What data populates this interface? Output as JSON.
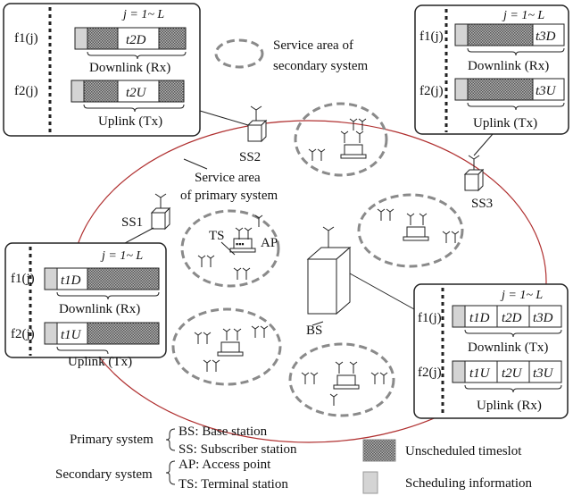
{
  "legend": {
    "service_area_secondary_line1": "Service area of",
    "service_area_secondary_line2": "secondary system",
    "primary_system_label": "Primary system",
    "bs_def": "BS: Base station",
    "ss_def": "SS: Subscriber station",
    "secondary_system_label": "Secondary system",
    "ap_def": "AP: Access point",
    "ts_def": "TS: Terminal station",
    "unscheduled_label": "Unscheduled timeslot",
    "scheduling_label": "Scheduling information"
  },
  "primary_area": {
    "line1": "Service area",
    "line2": "of primary system"
  },
  "nodes": {
    "bs": "BS",
    "ss1": "SS1",
    "ss2": "SS2",
    "ss3": "SS3",
    "ts": "TS",
    "ap": "AP"
  },
  "boxes": {
    "ss2_box": {
      "header": "j = 1~ L",
      "f1": "f1(j)",
      "f2": "f2(j)",
      "slot_down": "t2D",
      "slot_up": "t2U",
      "downlink": "Downlink (Rx)",
      "uplink": "Uplink (Tx)"
    },
    "ss3_box": {
      "header": "j = 1~ L",
      "f1": "f1(j)",
      "f2": "f2(j)",
      "slot_down": "t3D",
      "slot_up": "t3U",
      "downlink": "Downlink (Rx)",
      "uplink": "Uplink (Tx)"
    },
    "ss1_box": {
      "header": "j = 1~ L",
      "f1": "f1(j)",
      "f2": "f2(j)",
      "slot_down": "t1D",
      "slot_up": "t1U",
      "downlink": "Downlink (Rx)",
      "uplink": "Uplink (Tx)"
    },
    "bs_box": {
      "header": "j = 1~ L",
      "f1": "f1(j)",
      "f2": "f2(j)",
      "slots_down": [
        "t1D",
        "t2D",
        "t3D"
      ],
      "slots_up": [
        "t1U",
        "t2U",
        "t3U"
      ],
      "downlink": "Downlink (Tx)",
      "uplink": "Uplink (Rx)"
    }
  },
  "colors": {
    "primary_area_border": "#b03030",
    "secondary_area_border": "#8a8a8a",
    "unscheduled_fill": "#8c8c8c",
    "scheduling_fill": "#d4d4d4"
  }
}
